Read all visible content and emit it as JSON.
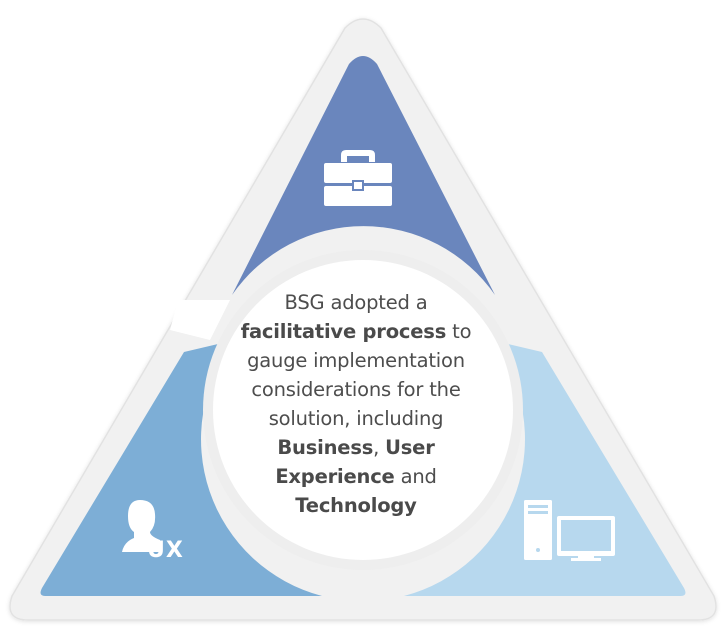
{
  "diagram": {
    "center": {
      "line1": "BSG adopted a",
      "bold1": "facilitative process",
      "rest1": " to",
      "line3": "gauge implementation",
      "line4": "considerations for the",
      "line5": "solution, including",
      "bold2": "Business",
      "sep1": ", ",
      "bold3": "User",
      "bold4": "Experience",
      "sep2": " and",
      "bold5": "Technology"
    },
    "segments": [
      {
        "name": "business",
        "icon": "briefcase-icon",
        "color": "#6a86bd"
      },
      {
        "name": "user-experience",
        "icon": "user-ux-icon",
        "label": "UX",
        "color": "#7daed6"
      },
      {
        "name": "technology",
        "icon": "computer-icon",
        "color": "#b7d8ee"
      }
    ],
    "colors": {
      "outline": "#efefef",
      "circle_border": "#eeeeee",
      "text": "#4d4d4d"
    }
  }
}
